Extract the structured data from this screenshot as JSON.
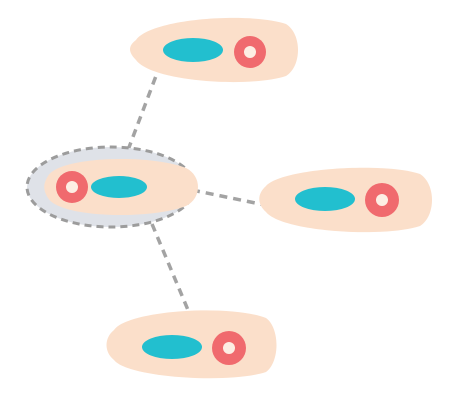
{
  "diagram": {
    "type": "hub-and-spoke",
    "colors": {
      "card_fill": "#fbdfca",
      "selection_halo": "#dfe2e8",
      "selection_outline": "#9c9c9c",
      "connector": "#a3a3a3",
      "pill": "#22bfcf",
      "ring": "#f06a6e",
      "ring_hole": "#fdeee4"
    },
    "nodes": [
      {
        "id": "center",
        "role": "hub",
        "selected": true,
        "icon_order": "ring-then-pill"
      },
      {
        "id": "top",
        "role": "spoke",
        "selected": false,
        "icon_order": "pill-then-ring"
      },
      {
        "id": "right",
        "role": "spoke",
        "selected": false,
        "icon_order": "pill-then-ring"
      },
      {
        "id": "bottom",
        "role": "spoke",
        "selected": false,
        "icon_order": "pill-then-ring"
      }
    ],
    "connections": [
      {
        "from": "center",
        "to": "top",
        "style": "dashed"
      },
      {
        "from": "center",
        "to": "right",
        "style": "dashed"
      },
      {
        "from": "center",
        "to": "bottom",
        "style": "dashed"
      }
    ]
  }
}
